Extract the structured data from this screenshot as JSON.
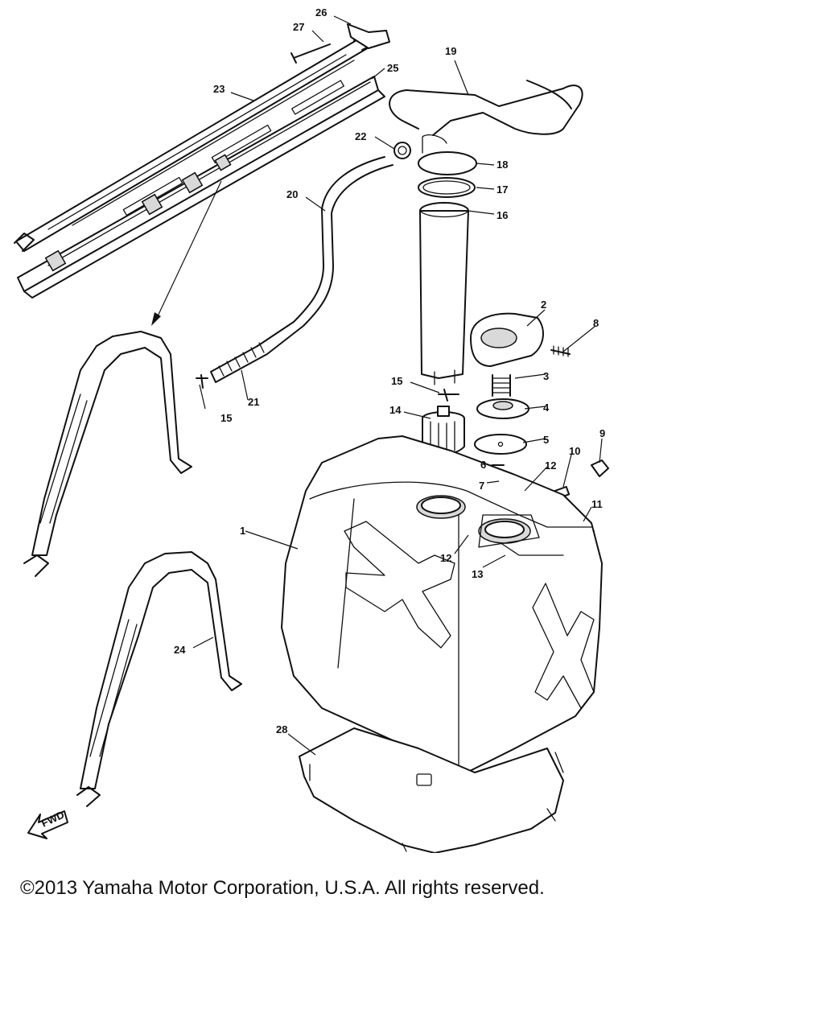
{
  "diagram": {
    "callouts": [
      "1",
      "2",
      "3",
      "4",
      "5",
      "6",
      "7",
      "8",
      "9",
      "10",
      "11",
      "12",
      "12",
      "13",
      "14",
      "15",
      "15",
      "16",
      "17",
      "18",
      "19",
      "20",
      "21",
      "22",
      "23",
      "24",
      "25",
      "26",
      "27",
      "28"
    ],
    "fwd_label": "FWD"
  },
  "footer": {
    "copyright": "©2013 Yamaha Motor Corporation, U.S.A. All rights reserved."
  }
}
